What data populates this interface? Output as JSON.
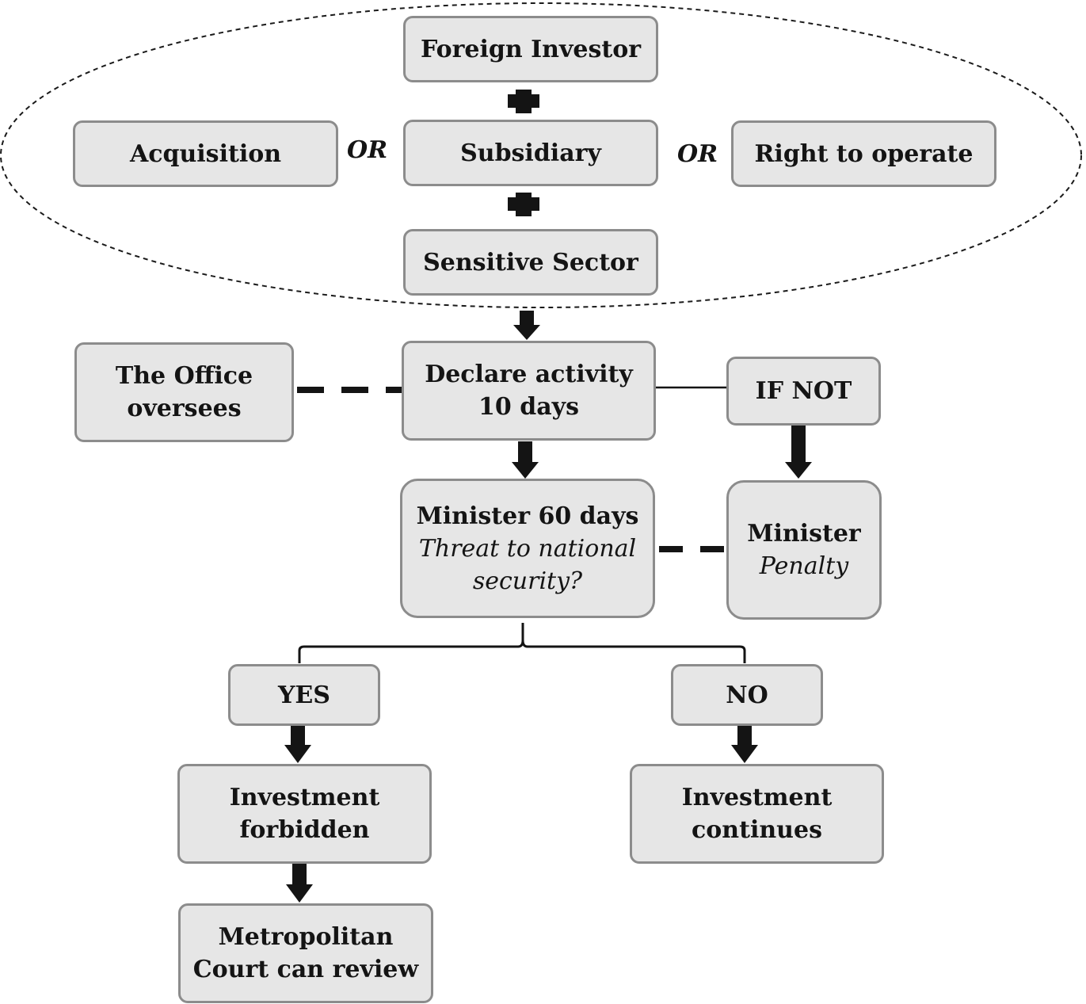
{
  "nodes": {
    "foreign_investor": "Foreign Investor",
    "acquisition": "Acquisition",
    "subsidiary": "Subsidiary",
    "right_to_operate": "Right to operate",
    "sensitive_sector": "Sensitive Sector",
    "office_line1": "The Office",
    "office_line2": "oversees",
    "declare_line1": "Declare activity",
    "declare_line2": "10 days",
    "if_not": "IF NOT",
    "minister60_line1": "Minister 60 days",
    "minister60_line2": "Threat to national",
    "minister60_line3": "security?",
    "minister_penalty_line1": "Minister",
    "minister_penalty_line2": "Penalty",
    "yes": "YES",
    "no": "NO",
    "forbidden_line1": "Investment",
    "forbidden_line2": "forbidden",
    "continues_line1": "Investment",
    "continues_line2": "continues",
    "court_line1": "Metropolitan",
    "court_line2": "Court can review"
  },
  "connectors": {
    "or_left": "OR",
    "or_right": "OR"
  },
  "colors": {
    "box_fill": "#e6e6e6",
    "box_border": "#8c8c8c",
    "line": "#1a1a1a"
  }
}
